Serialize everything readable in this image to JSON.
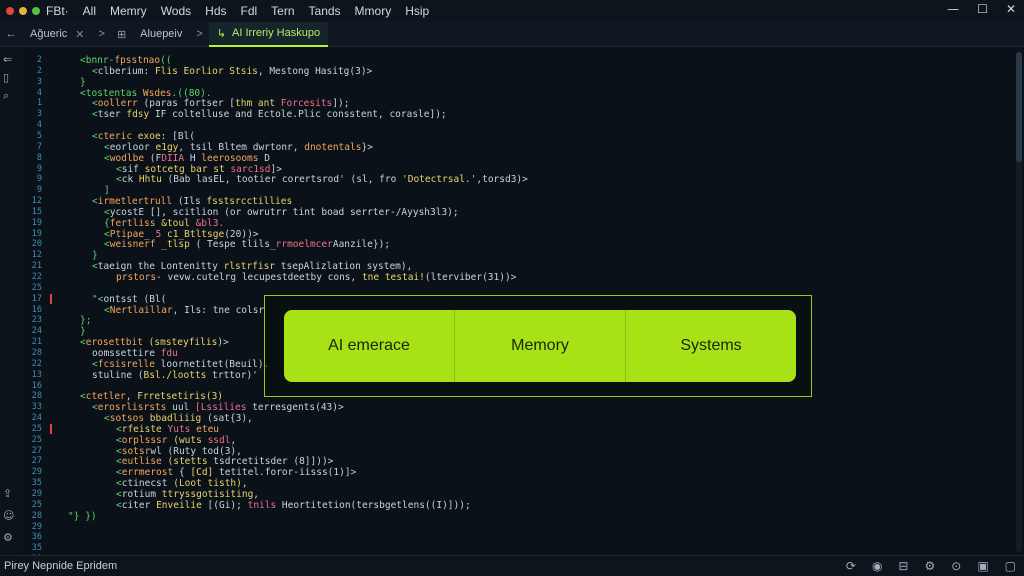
{
  "colors": {
    "accent": "#b9f22e",
    "panel": "#a6e215",
    "background": "#0b1118",
    "line_number": "#3f8fb2",
    "tag": "#5fd36a",
    "string": "#e8d36b",
    "attr": "#f2a65a",
    "keyword": "#ee6f8a",
    "error_marker": "#e0443a"
  },
  "menu": [
    "FBt·",
    "All",
    "Memry",
    "Wods",
    "Hds",
    "Fdl",
    "Tern",
    "Tands",
    "Mmory",
    "Hsip"
  ],
  "window_controls": {
    "minimize": "—",
    "maximize": "☐",
    "close": "✕"
  },
  "tabs": {
    "back": "←",
    "items": [
      {
        "label": "Ağueric",
        "close": "✕",
        "active": false
      },
      {
        "label": "Aluepeiv",
        "close": "",
        "active": false
      },
      {
        "label": "AI Irreriy Haskupo",
        "close": "",
        "active": true
      }
    ],
    "separator_1": ">",
    "separator_2": ">",
    "split_icon": "⊞"
  },
  "line_numbers": [
    "2",
    "2",
    "3",
    "4",
    "1",
    "3",
    "4",
    "5",
    "7",
    "8",
    "9",
    "9",
    "9",
    "12",
    "15",
    "19",
    "19",
    "20",
    "12",
    "21",
    "22",
    "25",
    "17",
    "16",
    "23",
    "24",
    "21",
    "28",
    "22",
    "13",
    "16",
    "28",
    "33",
    "24",
    "25",
    "25",
    "27",
    "27",
    "29",
    "35",
    "29",
    "25",
    "28",
    "29",
    "36",
    "35",
    "32"
  ],
  "code_lines": [
    {
      "indent": 1,
      "segments": [
        [
          "tag",
          "<"
        ],
        [
          "tag",
          "bnnr-"
        ],
        [
          "attr",
          "fpsstnao"
        ],
        [
          "tag",
          "(("
        ]
      ]
    },
    {
      "indent": 2,
      "segments": [
        [
          "tag",
          "<"
        ],
        [
          "text",
          "clberium: "
        ],
        [
          "string",
          "Flis Eorlior Stsis"
        ],
        [
          "text",
          ", Mestong Hasitg(3)>"
        ]
      ]
    },
    {
      "indent": 1,
      "segments": [
        [
          "tag",
          "}"
        ]
      ]
    },
    {
      "indent": 1,
      "segments": [
        [
          "tag",
          "<tostentas "
        ],
        [
          "attr",
          "Wsdes"
        ],
        [
          "tag",
          ".((80)."
        ]
      ]
    },
    {
      "indent": 2,
      "segments": [
        [
          "tag",
          "<"
        ],
        [
          "attr",
          "oollerr"
        ],
        [
          "text",
          " (paras fortser ["
        ],
        [
          "string",
          "thm ant"
        ],
        [
          "text",
          " "
        ],
        [
          "keyword",
          "Forcesits"
        ],
        [
          "text",
          "]);"
        ]
      ]
    },
    {
      "indent": 2,
      "segments": [
        [
          "tag",
          "<"
        ],
        [
          "text",
          "tser "
        ],
        [
          "string",
          "fdsy"
        ],
        [
          "text",
          " IF coltelluse and Ectole.Plic consstent, corasle]);"
        ]
      ]
    },
    {
      "indent": 0,
      "segments": [
        [
          "text",
          ""
        ]
      ]
    },
    {
      "indent": 2,
      "segments": [
        [
          "tag",
          "<"
        ],
        [
          "attr",
          "cteric"
        ],
        [
          "text",
          " "
        ],
        [
          "string",
          "exoe:"
        ],
        [
          "text",
          " [Bl("
        ]
      ]
    },
    {
      "indent": 3,
      "segments": [
        [
          "tag",
          "<"
        ],
        [
          "text",
          "eorloor "
        ],
        [
          "string",
          "e1gy"
        ],
        [
          "text",
          ", tsil Bltem dwrtonr, "
        ],
        [
          "attr",
          "dnotentals"
        ],
        [
          "text",
          "}>"
        ]
      ]
    },
    {
      "indent": 3,
      "segments": [
        [
          "tag",
          "<"
        ],
        [
          "attr",
          "wodlbe"
        ],
        [
          "text",
          " (F"
        ],
        [
          "keyword",
          "DIIA"
        ],
        [
          "text",
          " H "
        ],
        [
          "attr",
          "leerosooms"
        ],
        [
          "text",
          " D"
        ]
      ]
    },
    {
      "indent": 4,
      "segments": [
        [
          "tag",
          "<"
        ],
        [
          "text",
          "sif "
        ],
        [
          "string",
          "sotcetg bar st"
        ],
        [
          "text",
          " "
        ],
        [
          "keyword",
          "sarc1sd"
        ],
        [
          "text",
          "]>"
        ]
      ]
    },
    {
      "indent": 4,
      "segments": [
        [
          "tag",
          "<"
        ],
        [
          "text",
          "ck "
        ],
        [
          "string",
          "Hhtu"
        ],
        [
          "text",
          " (Bab lasEL, tootier corertsrod' (sl, fro "
        ],
        [
          "string",
          "'Dotectrsal.'"
        ],
        [
          "text",
          ",torsd3)>"
        ]
      ]
    },
    {
      "indent": 3,
      "segments": [
        [
          "tag",
          "]"
        ]
      ]
    },
    {
      "indent": 2,
      "segments": [
        [
          "tag",
          "<"
        ],
        [
          "attr",
          "irmetlertrull"
        ],
        [
          "text",
          " (Ils "
        ],
        [
          "string",
          "fsstsrcctillies"
        ]
      ]
    },
    {
      "indent": 3,
      "segments": [
        [
          "tag",
          "<"
        ],
        [
          "text",
          "ycostE [], scitlion (or owrutrr tint boad serrter-/Ayysh3l3);"
        ]
      ]
    },
    {
      "indent": 3,
      "segments": [
        [
          "tag",
          "{"
        ],
        [
          "attr",
          "fertliss"
        ],
        [
          "text",
          " "
        ],
        [
          "string",
          "&toul"
        ],
        [
          "text",
          " "
        ],
        [
          "keyword",
          "&bl3."
        ]
      ]
    },
    {
      "indent": 3,
      "segments": [
        [
          "tag",
          "<"
        ],
        [
          "attr",
          "Ptipae"
        ],
        [
          "text",
          "_ "
        ],
        [
          "keyword",
          "5"
        ],
        [
          "text",
          " "
        ],
        [
          "string",
          "c1_Btltsge"
        ],
        [
          "text",
          "(20))>"
        ]
      ]
    },
    {
      "indent": 3,
      "segments": [
        [
          "tag",
          "<"
        ],
        [
          "attr",
          "weisnerf"
        ],
        [
          "text",
          " "
        ],
        [
          "string",
          "_tlsp"
        ],
        [
          "text",
          " ( Tespe tlils_"
        ],
        [
          "keyword",
          "rrmoelmcer"
        ],
        [
          "text",
          "Aanzile});"
        ]
      ]
    },
    {
      "indent": 2,
      "segments": [
        [
          "tag",
          "}"
        ]
      ]
    },
    {
      "indent": 2,
      "segments": [
        [
          "tag",
          "<"
        ],
        [
          "text",
          "taeign the Lontenitty "
        ],
        [
          "string",
          "rlstrfisr"
        ],
        [
          "text",
          " tsepAlizlation system),"
        ]
      ]
    },
    {
      "indent": 4,
      "segments": [
        [
          "attr",
          "prstors"
        ],
        [
          "text",
          "- vevw.cutelrg lecupestdeetby cons, "
        ],
        [
          "string",
          "tne testai!"
        ],
        [
          "text",
          "(lterviber(31))>"
        ]
      ]
    },
    {
      "indent": 0,
      "segments": [
        [
          "text",
          ""
        ]
      ]
    },
    {
      "indent": 2,
      "segments": [
        [
          "tag",
          "\"<"
        ],
        [
          "text",
          "ontsst (Bl("
        ]
      ]
    },
    {
      "indent": 3,
      "segments": [
        [
          "tag",
          "<"
        ],
        [
          "attr",
          "Nertlaillar"
        ],
        [
          "text",
          ", Ils: tne colsr"
        ]
      ]
    },
    {
      "indent": 1,
      "segments": [
        [
          "tag",
          "};"
        ]
      ]
    },
    {
      "indent": 1,
      "segments": [
        [
          "tag",
          "}"
        ]
      ]
    },
    {
      "indent": 1,
      "segments": [
        [
          "tag",
          "<"
        ],
        [
          "attr",
          "erosettbit"
        ],
        [
          "text",
          " "
        ],
        [
          "string",
          "(smsteyfilis"
        ],
        [
          "text",
          ")>"
        ]
      ]
    },
    {
      "indent": 2,
      "segments": [
        [
          "text",
          "oomssettire "
        ],
        [
          "keyword",
          "fdu"
        ]
      ]
    },
    {
      "indent": 2,
      "segments": [
        [
          "tag",
          "<"
        ],
        [
          "attr",
          "fcsisrelle"
        ],
        [
          "text",
          " loornetitet(Beuil)."
        ]
      ]
    },
    {
      "indent": 2,
      "segments": [
        [
          "text",
          "stuline ("
        ],
        [
          "string",
          "Bsl./lootts"
        ],
        [
          "text",
          " trttor)'"
        ]
      ]
    },
    {
      "indent": 0,
      "segments": [
        [
          "text",
          ""
        ]
      ]
    },
    {
      "indent": 1,
      "segments": [
        [
          "tag",
          "<"
        ],
        [
          "attr",
          "ctetler"
        ],
        [
          "text",
          ", "
        ],
        [
          "string",
          "Frretsetiris(3)"
        ]
      ]
    },
    {
      "indent": 2,
      "segments": [
        [
          "tag",
          "<"
        ],
        [
          "attr",
          "erosrlisrsts"
        ],
        [
          "text",
          " uul "
        ],
        [
          "keyword",
          "[Lssilies"
        ],
        [
          "text",
          " terresgents(43)>"
        ]
      ]
    },
    {
      "indent": 3,
      "segments": [
        [
          "tag",
          "<"
        ],
        [
          "attr",
          "sotsos"
        ],
        [
          "text",
          " "
        ],
        [
          "string",
          "bbadliiig"
        ],
        [
          "text",
          " (sat{3),"
        ]
      ]
    },
    {
      "indent": 4,
      "segments": [
        [
          "tag",
          "<"
        ],
        [
          "string",
          "rfeiste"
        ],
        [
          "text",
          " "
        ],
        [
          "keyword",
          "Yuts"
        ],
        [
          "text",
          " "
        ],
        [
          "attr",
          "eteu"
        ]
      ]
    },
    {
      "indent": 4,
      "segments": [
        [
          "tag",
          "<"
        ],
        [
          "attr",
          "orplsssr"
        ],
        [
          "text",
          " "
        ],
        [
          "string",
          "(wuts"
        ],
        [
          "text",
          " "
        ],
        [
          "keyword",
          "ssdl"
        ],
        [
          "text",
          ","
        ]
      ]
    },
    {
      "indent": 4,
      "segments": [
        [
          "tag",
          "<"
        ],
        [
          "attr",
          "sotsr"
        ],
        [
          "text",
          "wl (Ruty tod(3),"
        ]
      ]
    },
    {
      "indent": 4,
      "segments": [
        [
          "tag",
          "<"
        ],
        [
          "attr",
          "eutlise"
        ],
        [
          "text",
          " "
        ],
        [
          "string",
          "(stetts"
        ],
        [
          "text",
          " tsdrcetitsder (8]]))>"
        ]
      ]
    },
    {
      "indent": 4,
      "segments": [
        [
          "tag",
          "<"
        ],
        [
          "attr",
          "errmerost"
        ],
        [
          "text",
          " { "
        ],
        [
          "string",
          "[Cd]"
        ],
        [
          "text",
          " tetitel.foror-iisss(1)]>"
        ]
      ]
    },
    {
      "indent": 4,
      "segments": [
        [
          "tag",
          "<"
        ],
        [
          "text",
          "ctinecst "
        ],
        [
          "string",
          "(Loot tisth),"
        ]
      ]
    },
    {
      "indent": 4,
      "segments": [
        [
          "tag",
          "<"
        ],
        [
          "text",
          "rotium "
        ],
        [
          "string",
          "ttryssgotisiting"
        ],
        [
          "text",
          ","
        ]
      ]
    },
    {
      "indent": 4,
      "segments": [
        [
          "tag",
          "<"
        ],
        [
          "text",
          "citer "
        ],
        [
          "string",
          "Enveilie"
        ],
        [
          "text",
          " [(Gi); "
        ],
        [
          "keyword",
          "tnils"
        ],
        [
          "text",
          " Heortitetion(tersbgetlens((I)]));"
        ]
      ]
    },
    {
      "indent": 0,
      "segments": [
        [
          "tag",
          "\"}"
        ],
        [
          "text",
          " "
        ],
        [
          "tag",
          "})"
        ]
      ]
    }
  ],
  "overlay": {
    "segments": [
      "AI emerace",
      "Memory",
      "Systems"
    ]
  },
  "status": {
    "left": "Pirey Nepnide Epridem",
    "icons": [
      "sync-icon",
      "bell-icon",
      "split-icon",
      "settings-icon",
      "account-icon",
      "layout-icon",
      "sidebar-icon"
    ]
  }
}
